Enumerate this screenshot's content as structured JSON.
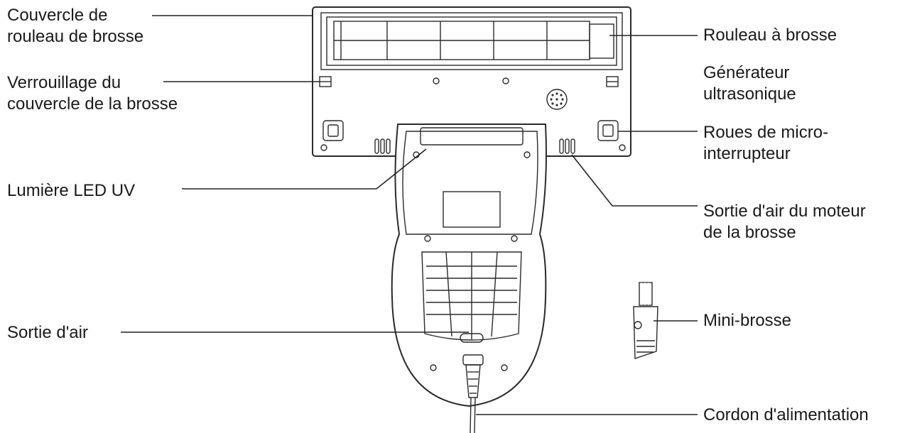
{
  "labels": {
    "brush_roll_cover": "Couvercle de\nrouleau de brosse",
    "brush_cover_lock": "Verrouillage du\ncouvercle de la brosse",
    "uv_led_light": "Lumière LED UV",
    "air_outlet": "Sortie d'air",
    "brush_roll": "Rouleau à brosse",
    "ultrasonic_generator": "Générateur\nultrasonique",
    "micro_switch_wheels": "Roues de micro-\ninterrupteur",
    "brush_motor_air_outlet": "Sortie d'air du moteur\nde la brosse",
    "mini_brush": "Mini-brosse",
    "power_cord": "Cordon d'alimentation"
  }
}
